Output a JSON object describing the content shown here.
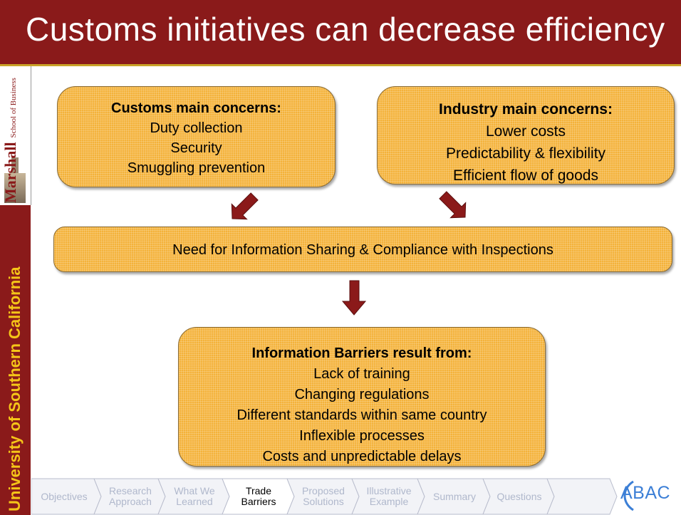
{
  "slide": {
    "title": "Customs initiatives can decrease efficiency"
  },
  "sidebar": {
    "school_name": "Marshall",
    "school_subtitle": "School of Business",
    "university": "University of Southern California"
  },
  "boxes": {
    "customs": {
      "heading": "Customs main concerns:",
      "items": [
        "Duty collection",
        "Security",
        "Smuggling prevention"
      ]
    },
    "industry": {
      "heading": "Industry main concerns:",
      "items": [
        "Lower costs",
        "Predictability & flexibility",
        "Efficient flow of goods"
      ]
    },
    "need": {
      "text": "Need for Information Sharing & Compliance with Inspections"
    },
    "barriers": {
      "heading": "Information Barriers result from:",
      "items": [
        "Lack of training",
        "Changing regulations",
        "Different standards within same country",
        "Inflexible processes",
        "Costs and unpredictable delays"
      ]
    }
  },
  "nav": {
    "items": [
      {
        "label": "Objectives",
        "state": "inactive"
      },
      {
        "label": "Research Approach",
        "line1": "Research",
        "line2": "Approach",
        "state": "inactive"
      },
      {
        "label": "What We Learned",
        "line1": "What We",
        "line2": "Learned",
        "state": "inactive"
      },
      {
        "label": "Trade Barriers",
        "line1": "Trade",
        "line2": "Barriers",
        "state": "active"
      },
      {
        "label": "Proposed Solutions",
        "line1": "Proposed",
        "line2": "Solutions",
        "state": "inactive"
      },
      {
        "label": "Illustrative Example",
        "line1": "Illustrative",
        "line2": "Example",
        "state": "inactive"
      },
      {
        "label": "Summary",
        "state": "inactive"
      },
      {
        "label": "Questions",
        "state": "inactive"
      }
    ],
    "logo": "ABAC"
  },
  "colors": {
    "title_bar": "#8a1a1a",
    "box_fill": "#f4b23a",
    "arrow": "#8b1a1a",
    "university_text": "#f5c518",
    "nav_active_text": "#000000",
    "nav_inactive_text": "#b0b8cc",
    "logo": "#3c7fd6"
  }
}
